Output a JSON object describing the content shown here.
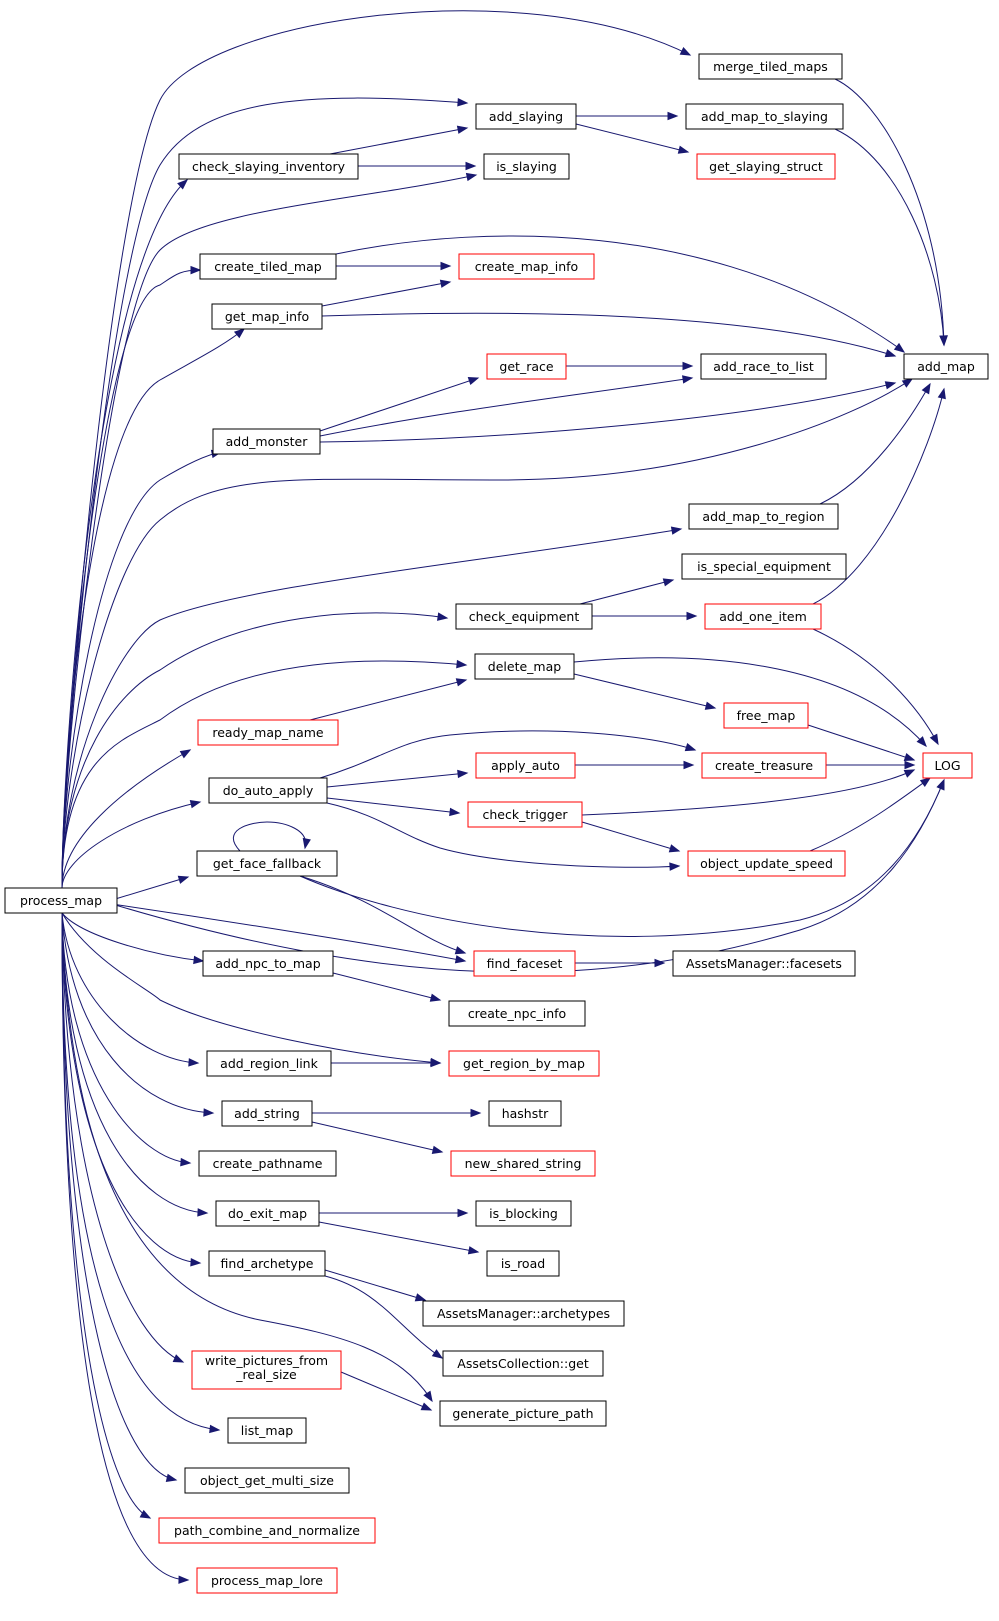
{
  "colors": {
    "edge": "#191970",
    "border_normal": "#000000",
    "border_truncated": "#ff0000",
    "root_fill": "#bfbfbf"
  },
  "nodes": [
    {
      "id": "process_map",
      "label": "process_map",
      "style": "root"
    },
    {
      "id": "merge_tiled_maps",
      "label": "merge_tiled_maps",
      "style": "normal"
    },
    {
      "id": "add_slaying",
      "label": "add_slaying",
      "style": "normal"
    },
    {
      "id": "add_map_to_slaying",
      "label": "add_map_to_slaying",
      "style": "normal"
    },
    {
      "id": "get_slaying_struct",
      "label": "get_slaying_struct",
      "style": "truncated"
    },
    {
      "id": "check_slaying_inventory",
      "label": "check_slaying_inventory",
      "style": "normal"
    },
    {
      "id": "is_slaying",
      "label": "is_slaying",
      "style": "normal"
    },
    {
      "id": "create_tiled_map",
      "label": "create_tiled_map",
      "style": "normal"
    },
    {
      "id": "create_map_info",
      "label": "create_map_info",
      "style": "truncated"
    },
    {
      "id": "get_map_info",
      "label": "get_map_info",
      "style": "normal"
    },
    {
      "id": "add_map",
      "label": "add_map",
      "style": "normal"
    },
    {
      "id": "get_race",
      "label": "get_race",
      "style": "truncated"
    },
    {
      "id": "add_race_to_list",
      "label": "add_race_to_list",
      "style": "normal"
    },
    {
      "id": "add_monster",
      "label": "add_monster",
      "style": "normal"
    },
    {
      "id": "add_map_to_region",
      "label": "add_map_to_region",
      "style": "normal"
    },
    {
      "id": "is_special_equipment",
      "label": "is_special_equipment",
      "style": "normal"
    },
    {
      "id": "check_equipment",
      "label": "check_equipment",
      "style": "normal"
    },
    {
      "id": "add_one_item",
      "label": "add_one_item",
      "style": "truncated"
    },
    {
      "id": "delete_map",
      "label": "delete_map",
      "style": "normal"
    },
    {
      "id": "free_map",
      "label": "free_map",
      "style": "truncated"
    },
    {
      "id": "ready_map_name",
      "label": "ready_map_name",
      "style": "truncated"
    },
    {
      "id": "apply_auto",
      "label": "apply_auto",
      "style": "truncated"
    },
    {
      "id": "create_treasure",
      "label": "create_treasure",
      "style": "truncated"
    },
    {
      "id": "LOG",
      "label": "LOG",
      "style": "truncated"
    },
    {
      "id": "do_auto_apply",
      "label": "do_auto_apply",
      "style": "normal"
    },
    {
      "id": "check_trigger",
      "label": "check_trigger",
      "style": "truncated"
    },
    {
      "id": "get_face_fallback",
      "label": "get_face_fallback",
      "style": "normal"
    },
    {
      "id": "object_update_speed",
      "label": "object_update_speed",
      "style": "truncated"
    },
    {
      "id": "find_faceset",
      "label": "find_faceset",
      "style": "truncated"
    },
    {
      "id": "AssetsManager_facesets",
      "label": "AssetsManager::facesets",
      "style": "normal"
    },
    {
      "id": "add_npc_to_map",
      "label": "add_npc_to_map",
      "style": "normal"
    },
    {
      "id": "create_npc_info",
      "label": "create_npc_info",
      "style": "normal"
    },
    {
      "id": "add_region_link",
      "label": "add_region_link",
      "style": "normal"
    },
    {
      "id": "get_region_by_map",
      "label": "get_region_by_map",
      "style": "truncated"
    },
    {
      "id": "add_string",
      "label": "add_string",
      "style": "normal"
    },
    {
      "id": "hashstr",
      "label": "hashstr",
      "style": "normal"
    },
    {
      "id": "new_shared_string",
      "label": "new_shared_string",
      "style": "truncated"
    },
    {
      "id": "create_pathname",
      "label": "create_pathname",
      "style": "normal"
    },
    {
      "id": "do_exit_map",
      "label": "do_exit_map",
      "style": "normal"
    },
    {
      "id": "is_blocking",
      "label": "is_blocking",
      "style": "normal"
    },
    {
      "id": "is_road",
      "label": "is_road",
      "style": "normal"
    },
    {
      "id": "find_archetype",
      "label": "find_archetype",
      "style": "normal"
    },
    {
      "id": "AssetsManager_archetypes",
      "label": "AssetsManager::archetypes",
      "style": "normal"
    },
    {
      "id": "AssetsCollection_get",
      "label": "AssetsCollection::get",
      "style": "normal"
    },
    {
      "id": "write_pictures_from_real_size",
      "label": "write_pictures_from\n_real_size",
      "style": "truncated"
    },
    {
      "id": "generate_picture_path",
      "label": "generate_picture_path",
      "style": "normal"
    },
    {
      "id": "list_map",
      "label": "list_map",
      "style": "normal"
    },
    {
      "id": "object_get_multi_size",
      "label": "object_get_multi_size",
      "style": "normal"
    },
    {
      "id": "path_combine_and_normalize",
      "label": "path_combine_and_normalize",
      "style": "truncated"
    },
    {
      "id": "process_map_lore",
      "label": "process_map_lore",
      "style": "truncated"
    }
  ],
  "edges": [
    [
      "process_map",
      "merge_tiled_maps"
    ],
    [
      "process_map",
      "add_slaying"
    ],
    [
      "process_map",
      "check_slaying_inventory"
    ],
    [
      "process_map",
      "is_slaying"
    ],
    [
      "process_map",
      "create_tiled_map"
    ],
    [
      "process_map",
      "get_map_info"
    ],
    [
      "process_map",
      "add_monster"
    ],
    [
      "process_map",
      "add_map"
    ],
    [
      "process_map",
      "add_map_to_region"
    ],
    [
      "process_map",
      "check_equipment"
    ],
    [
      "process_map",
      "delete_map"
    ],
    [
      "process_map",
      "ready_map_name"
    ],
    [
      "process_map",
      "do_auto_apply"
    ],
    [
      "process_map",
      "get_face_fallback"
    ],
    [
      "process_map",
      "find_faceset"
    ],
    [
      "process_map",
      "LOG"
    ],
    [
      "process_map",
      "add_npc_to_map"
    ],
    [
      "process_map",
      "get_region_by_map"
    ],
    [
      "process_map",
      "add_region_link"
    ],
    [
      "process_map",
      "add_string"
    ],
    [
      "process_map",
      "create_pathname"
    ],
    [
      "process_map",
      "do_exit_map"
    ],
    [
      "process_map",
      "find_archetype"
    ],
    [
      "process_map",
      "generate_picture_path"
    ],
    [
      "process_map",
      "write_pictures_from_real_size"
    ],
    [
      "process_map",
      "list_map"
    ],
    [
      "process_map",
      "object_get_multi_size"
    ],
    [
      "process_map",
      "path_combine_and_normalize"
    ],
    [
      "process_map",
      "process_map_lore"
    ],
    [
      "merge_tiled_maps",
      "add_map"
    ],
    [
      "add_slaying",
      "add_map_to_slaying"
    ],
    [
      "add_slaying",
      "get_slaying_struct"
    ],
    [
      "add_map_to_slaying",
      "add_map"
    ],
    [
      "check_slaying_inventory",
      "add_slaying"
    ],
    [
      "check_slaying_inventory",
      "is_slaying"
    ],
    [
      "create_tiled_map",
      "create_map_info"
    ],
    [
      "create_tiled_map",
      "add_map"
    ],
    [
      "get_map_info",
      "create_map_info"
    ],
    [
      "get_map_info",
      "add_map"
    ],
    [
      "get_race",
      "add_race_to_list"
    ],
    [
      "add_monster",
      "get_race"
    ],
    [
      "add_monster",
      "add_race_to_list"
    ],
    [
      "add_monster",
      "add_map"
    ],
    [
      "add_map_to_region",
      "add_map"
    ],
    [
      "check_equipment",
      "is_special_equipment"
    ],
    [
      "check_equipment",
      "add_one_item"
    ],
    [
      "add_one_item",
      "add_map"
    ],
    [
      "add_one_item",
      "LOG"
    ],
    [
      "delete_map",
      "free_map"
    ],
    [
      "delete_map",
      "LOG"
    ],
    [
      "free_map",
      "LOG"
    ],
    [
      "ready_map_name",
      "delete_map"
    ],
    [
      "apply_auto",
      "create_treasure"
    ],
    [
      "create_treasure",
      "LOG"
    ],
    [
      "do_auto_apply",
      "apply_auto"
    ],
    [
      "do_auto_apply",
      "create_treasure"
    ],
    [
      "do_auto_apply",
      "check_trigger"
    ],
    [
      "do_auto_apply",
      "object_update_speed"
    ],
    [
      "check_trigger",
      "LOG"
    ],
    [
      "check_trigger",
      "object_update_speed"
    ],
    [
      "object_update_speed",
      "LOG"
    ],
    [
      "get_face_fallback",
      "get_face_fallback"
    ],
    [
      "get_face_fallback",
      "find_faceset"
    ],
    [
      "get_face_fallback",
      "LOG"
    ],
    [
      "find_faceset",
      "AssetsManager_facesets"
    ],
    [
      "add_npc_to_map",
      "create_npc_info"
    ],
    [
      "add_region_link",
      "get_region_by_map"
    ],
    [
      "add_string",
      "hashstr"
    ],
    [
      "add_string",
      "new_shared_string"
    ],
    [
      "do_exit_map",
      "is_blocking"
    ],
    [
      "do_exit_map",
      "is_road"
    ],
    [
      "find_archetype",
      "AssetsManager_archetypes"
    ],
    [
      "find_archetype",
      "AssetsCollection_get"
    ],
    [
      "write_pictures_from_real_size",
      "generate_picture_path"
    ]
  ]
}
